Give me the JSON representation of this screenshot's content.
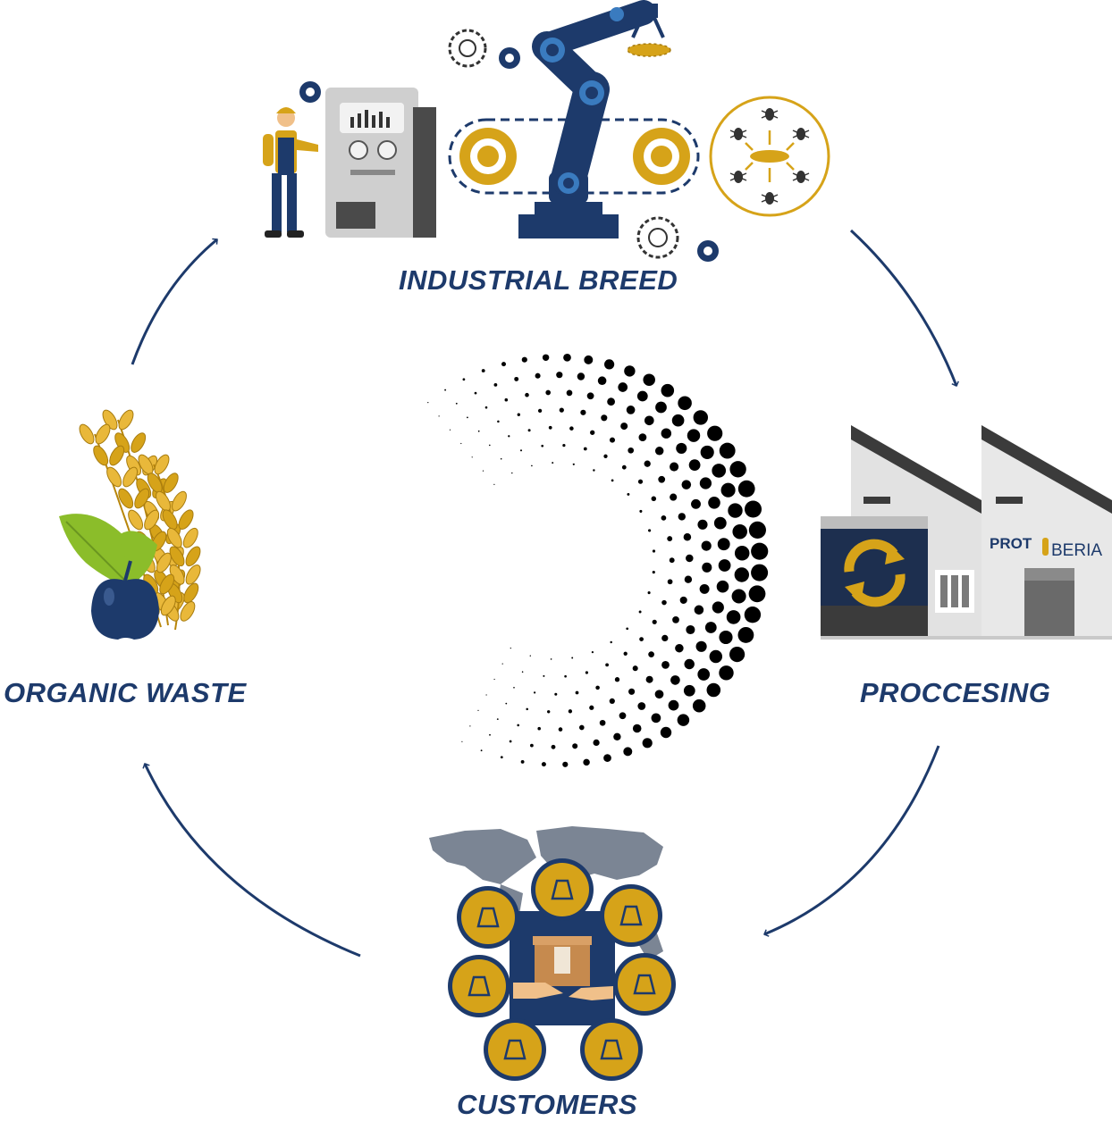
{
  "stages": {
    "industrial_breed": "INDUSTRIAL BREED",
    "processing": "PROCCESING",
    "customers": "CUSTOMERS",
    "organic_waste": "ORGANIC WASTE"
  },
  "factory": {
    "brand_left": "PROT",
    "brand_right": "BERIA"
  },
  "colors": {
    "navy": "#1d3a6b",
    "gold": "#d6a319",
    "gray": "#7b8594",
    "green": "#8bbd2a"
  },
  "icons": [
    "worker-icon",
    "machine-icon",
    "robot-arm-icon",
    "conveyor-icon",
    "larvae-circle-icon",
    "gear-icon",
    "factory-icon",
    "recycle-icon",
    "world-map-icon",
    "chemistry-icon",
    "fish-icon",
    "pets-icon",
    "livestock-icon",
    "agriculture-icon",
    "industry-icon",
    "food-icon",
    "apple-icon",
    "wheat-icon",
    "leaf-icon"
  ]
}
